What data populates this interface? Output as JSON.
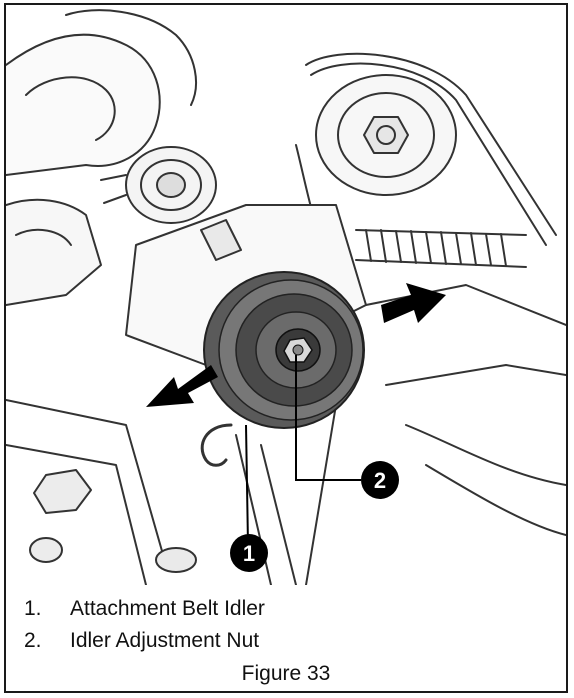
{
  "figure": {
    "legend": [
      {
        "number": "1.",
        "label": "Attachment Belt Idler"
      },
      {
        "number": "2.",
        "label": "Idler Adjustment Nut"
      }
    ],
    "caption": "Figure 33",
    "callouts": [
      "1",
      "2"
    ]
  }
}
